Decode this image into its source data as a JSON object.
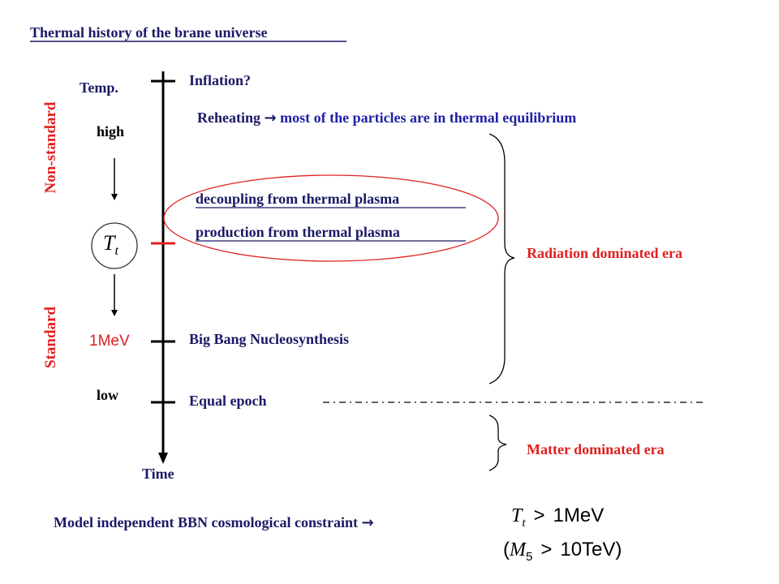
{
  "title": "Thermal history of the brane universe",
  "temperature_axis": {
    "label": "Temp.",
    "high": "high",
    "low": "low",
    "transition_symbol": "T",
    "transition_subscript": "t",
    "mev_tick": "1MeV"
  },
  "regimes": {
    "non_standard": "Non-standard",
    "standard": "Standard"
  },
  "time_label": "Time",
  "events": {
    "inflation": "Inflation?",
    "reheating_prefix": "Reheating",
    "reheating_suffix": "most of  the particles are in thermal equilibrium",
    "decoupling": "decoupling from thermal plasma",
    "production": "production from thermal plasma",
    "bbn": "Big Bang Nucleosynthesis",
    "equal_epoch": "Equal epoch"
  },
  "eras": {
    "radiation": "Radiation dominated era",
    "matter": "Matter dominated era"
  },
  "constraint": {
    "text": "Model independent BBN cosmological constraint",
    "formula_symbol": "T",
    "formula_subscript": "t",
    "formula_relation": ">",
    "formula_value": "1MeV",
    "paren_open": "(",
    "mass_symbol": "M",
    "mass_subscript": "5",
    "mass_relation": ">",
    "mass_value": "10TeV",
    "paren_close": ")"
  },
  "colors": {
    "title": "#1a1a66",
    "event_text": "#1a1a66",
    "highlight_text": "#2020a8",
    "era_text": "#e02020",
    "transition_tick": "#e02020",
    "ellipse": "#e02020"
  }
}
